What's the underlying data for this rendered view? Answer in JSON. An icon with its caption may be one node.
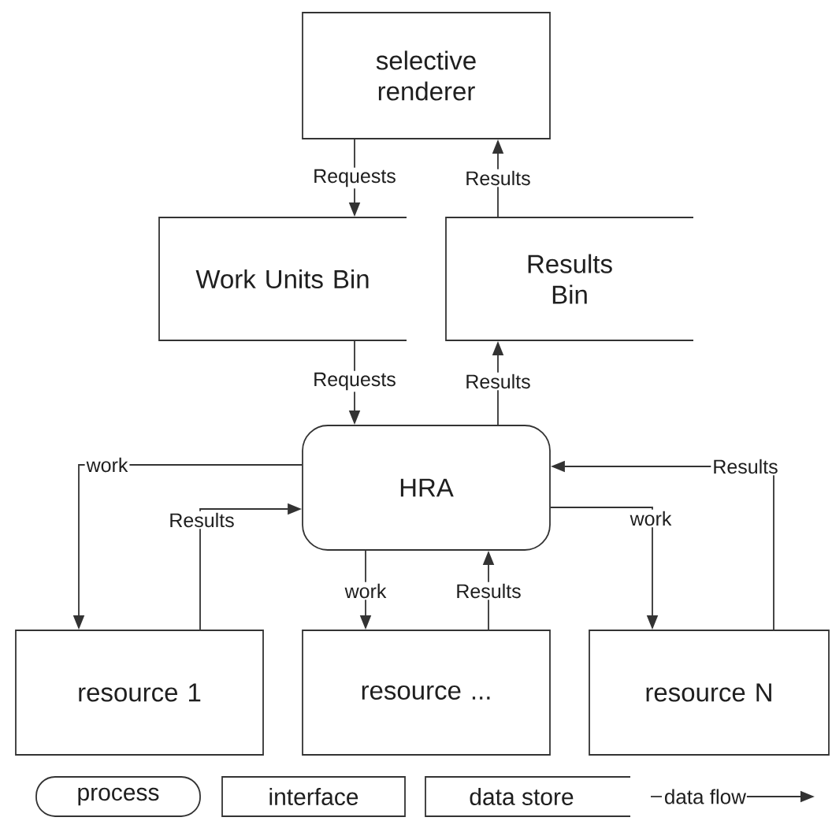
{
  "diagram": {
    "nodes": [
      {
        "text": [
          "selective renderer"
        ]
      },
      {
        "text": [
          "Work Units Bin"
        ]
      },
      {
        "text": [
          "Results Bin"
        ]
      },
      {
        "text": [
          "HRA"
        ]
      },
      {
        "text": [
          "resource 1"
        ]
      },
      {
        "text": [
          "resource ..."
        ]
      },
      {
        "text": [
          "resource N"
        ]
      }
    ],
    "edges": [
      {
        "from": 0,
        "to": 1,
        "arrow": "to",
        "label": "Requests"
      },
      {
        "from": 2,
        "to": 0,
        "arrow": "to",
        "label": "Results"
      },
      {
        "from": 1,
        "to": 3,
        "arrow": "to",
        "label": "Requests"
      },
      {
        "from": 3,
        "to": 2,
        "arrow": "to",
        "label": "Results"
      },
      {
        "from": 3,
        "to": 4,
        "arrow": "to",
        "label": "work"
      },
      {
        "from": 4,
        "to": 3,
        "arrow": "to",
        "label": "Results"
      },
      {
        "from": 3,
        "to": 5,
        "arrow": "to",
        "label": "work"
      },
      {
        "from": 5,
        "to": 3,
        "arrow": "to",
        "label": "Results"
      },
      {
        "from": 3,
        "to": 6,
        "arrow": "to",
        "label": "work"
      },
      {
        "from": 6,
        "to": 3,
        "arrow": "to",
        "label": "Results"
      }
    ],
    "legend": [
      {
        "text": "process"
      },
      {
        "text": "interface"
      },
      {
        "text": "data store"
      },
      {
        "text": "data flow"
      }
    ]
  }
}
